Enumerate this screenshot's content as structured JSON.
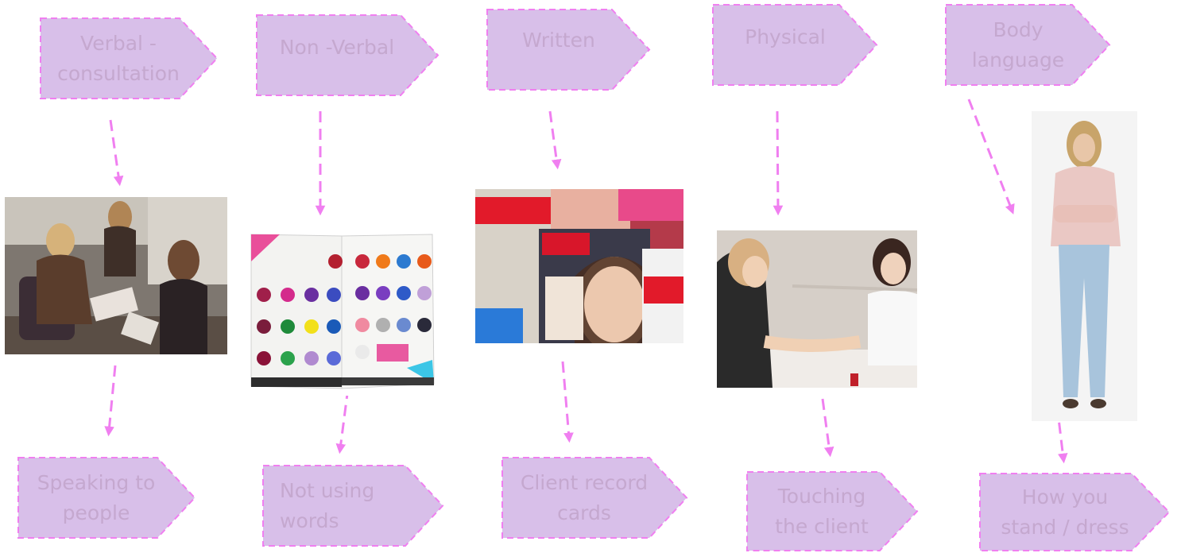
{
  "colors": {
    "shape_fill": "#d8bfe9",
    "shape_border": "#f07ff0",
    "shape_text": "#c5a8cf",
    "arrow": "#f07ff0"
  },
  "columns": [
    {
      "category": "Verbal -\nconsultation",
      "description": "Speaking to\npeople",
      "image_icon": "salon-consultation-photo"
    },
    {
      "category": "Non -Verbal",
      "description": "Not using\nwords",
      "image_icon": "hair-colour-chart-photo"
    },
    {
      "category": "Written",
      "description": "Client record\ncards",
      "image_icon": "magazines-photo"
    },
    {
      "category": "Physical",
      "description": "Touching\nthe client",
      "image_icon": "manicure-photo"
    },
    {
      "category": "Body\nlanguage",
      "description": "How you\nstand / dress",
      "image_icon": "standing-woman-photo"
    }
  ]
}
